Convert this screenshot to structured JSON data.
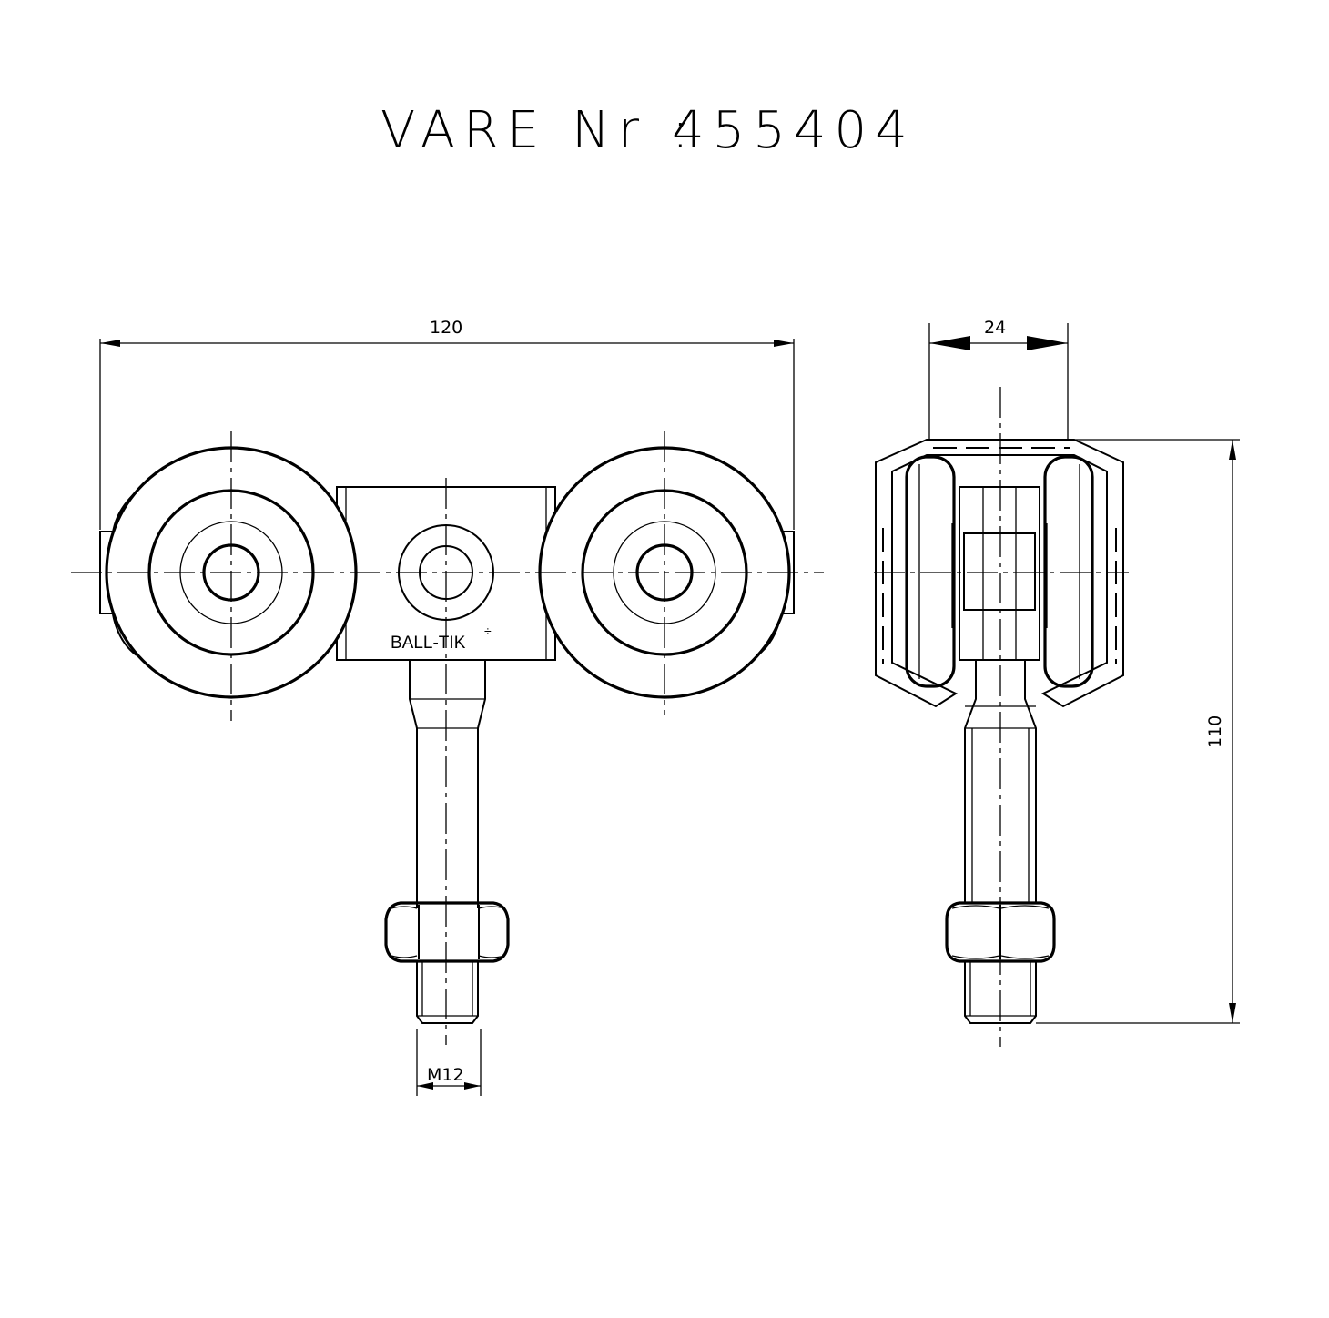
{
  "title": {
    "label": "VARE Nr :",
    "number": "455404"
  },
  "brand_mark": "BALL-TIK",
  "brand_symbol": "÷",
  "dimensions": {
    "overall_width": "120",
    "side_width": "24",
    "overall_height": "110",
    "thread": "M12"
  }
}
